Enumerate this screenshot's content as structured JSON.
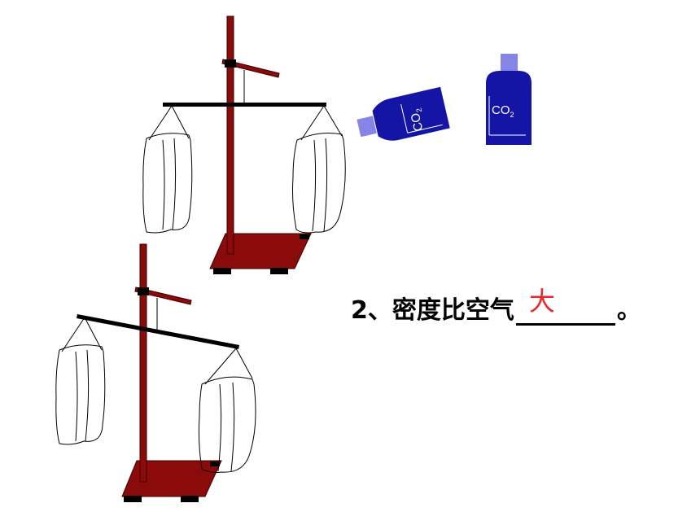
{
  "bottle_label_left": "CO",
  "bottle_label_left_sub": "2",
  "bottle_label_right": "CO",
  "bottle_label_right_sub": "2",
  "question": {
    "prefix": "2、密度比空气",
    "answer": "大",
    "suffix": "。"
  },
  "colors": {
    "stand": "#8b0b0b",
    "bottle": "#1515a5",
    "cap": "#8585e8",
    "answer": "#e32b2b"
  }
}
